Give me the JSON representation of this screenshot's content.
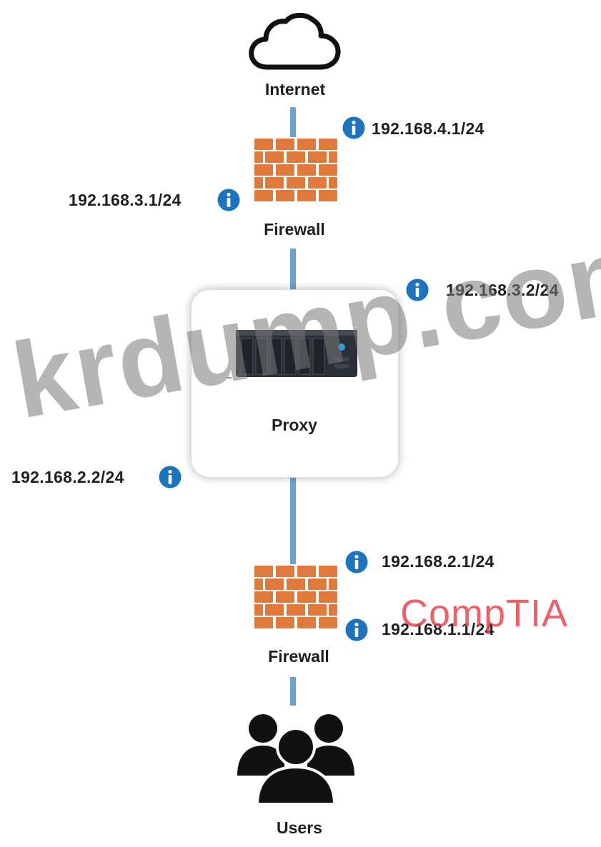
{
  "nodes": {
    "internet": "Internet",
    "firewall_top": "Firewall",
    "proxy": "Proxy",
    "firewall_bottom": "Firewall",
    "users": "Users"
  },
  "ips": {
    "fw_top_external": "192.168.4.1/24",
    "fw_top_internal": "192.168.3.1/24",
    "proxy_external": "192.168.3.2/24",
    "proxy_internal": "192.168.2.2/24",
    "fw_bottom_external": "192.168.2.1/24",
    "fw_bottom_internal": "192.168.1.1/24"
  },
  "watermarks": {
    "site": "krdump.com",
    "brand": "CompTIA"
  },
  "colors": {
    "link": "#6fa3cf",
    "info_icon": "#1e73be",
    "brick": "#e07a3c",
    "watermark_gray": "#787878",
    "brand_red": "#e84650"
  }
}
